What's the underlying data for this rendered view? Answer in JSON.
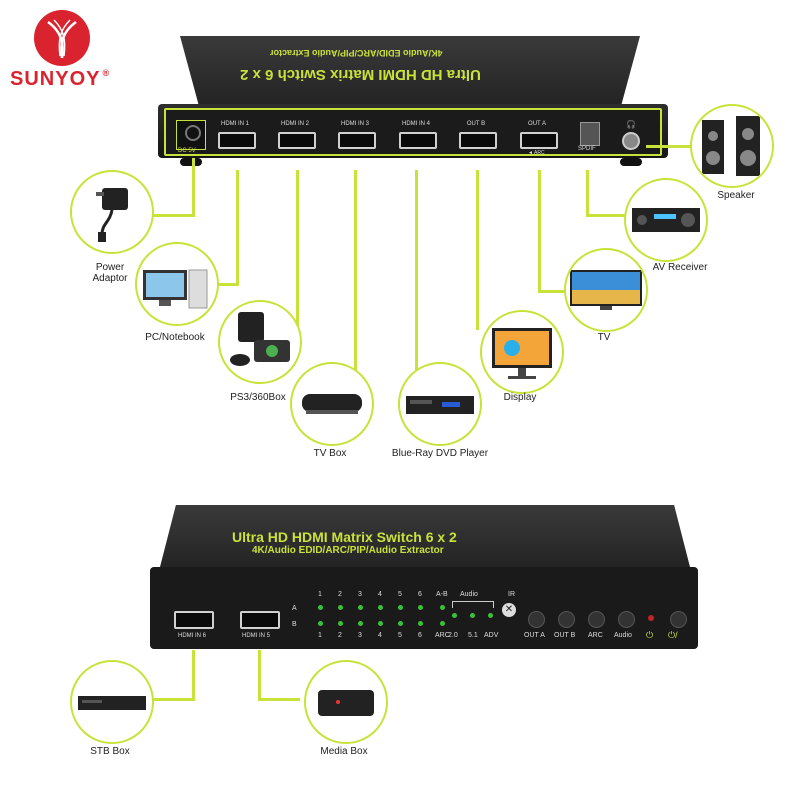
{
  "brand": {
    "name": "SUNYOY",
    "reg": "®"
  },
  "device_top": {
    "title": "Ultra HD HDMI Matrix Switch 6 x 2",
    "subtitle": "4K/Audio EDID/ARC/PIP/Audio Extractor",
    "dc_label": "DC 5V",
    "ports": [
      "HDMI IN 1",
      "HDMI IN 2",
      "HDMI IN 3",
      "HDMI IN 4",
      "OUT B",
      "OUT A"
    ],
    "arc_mark": "◄ ARC",
    "spdif_label": "SPDIF"
  },
  "device_bottom": {
    "title": "Ultra HD HDMI Matrix Switch 6 x 2",
    "subtitle": "4K/Audio EDID/ARC/PIP/Audio Extractor",
    "ports": [
      "HDMI IN 6",
      "HDMI IN 5"
    ],
    "numbers_top": [
      "1",
      "2",
      "3",
      "4",
      "5",
      "6",
      "A-B"
    ],
    "numbers_bottom": [
      "1",
      "2",
      "3",
      "4",
      "5",
      "6",
      "ARC"
    ],
    "row_a": "A",
    "row_b": "B",
    "audio_label": "Audio",
    "audio_modes": [
      "2.0",
      "5.1",
      "ADV"
    ],
    "ir_label": "IR",
    "buttons": [
      "OUT A",
      "OUT B",
      "ARC",
      "Audio"
    ],
    "power_symbols": [
      "⏻",
      "⏻/"
    ]
  },
  "peripherals": {
    "power_adaptor": "Power\nAdaptor",
    "pc_notebook": "PC/Notebook",
    "ps3": "PS3/360Box",
    "tv_box": "TV Box",
    "dvd": "Blue-Ray DVD Player",
    "display": "Display",
    "tv": "TV",
    "av_receiver": "AV Receiver",
    "speaker": "Speaker",
    "stb_box": "STB Box",
    "media_box": "Media Box"
  },
  "colors": {
    "accent": "#c9e23a",
    "brand": "#d9232e",
    "device": "#1b1b1b"
  }
}
